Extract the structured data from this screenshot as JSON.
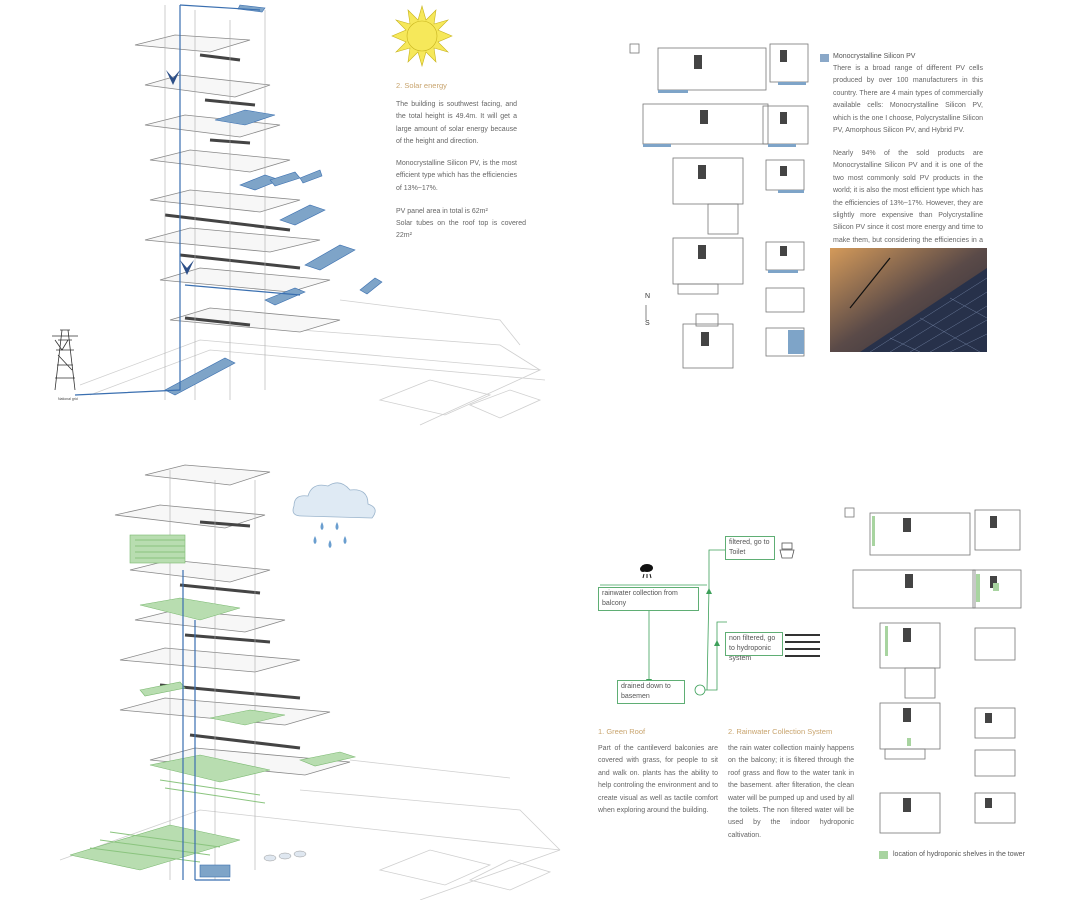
{
  "solar": {
    "heading": "2. Solar energy",
    "p1": "The building is southwest facing, and the total height is 49.4m. It will get a large amount of solar energy because of the height and direction.",
    "p2": "Monocrystalline Silicon PV, is the most efficient type which has the efficiencies of 13%~17%.",
    "p3a": "PV panel area in total is 62m²",
    "p3b": "Solar tubes on the roof top is covered 22m²",
    "grid_label": "National grid"
  },
  "pv": {
    "legend": "Monocrystalline Silicon PV",
    "legend_color": "#8aa8c8",
    "p1": "There is a broad range of different PV cells produced by over 100 manufacturers in this country. There are 4 main types of commercially available cells: Monocrystalline Silicon PV, which is the one I choose, Polycrystalline Silicon PV, Amorphous Silicon PV, and Hybrid PV.",
    "p2": "Nearly 94% of the sold products are Monocrystalline Silicon PV and it is one of the two most commonly sold PV products in the world; it is also the most efficient type which has the efficiencies of 13%~17%. However, they are slightly more expensive than Polycrystalline Silicon PV since it cost more energy and time to make them, but considering the efficiencies in a long run, it is a very good choice.",
    "north": "N",
    "south": "S"
  },
  "flow": {
    "collect": "rainwater collection from balcony",
    "filtered": "filtered, go to Toilet",
    "nonfiltered": "non filtered, go to hydroponic system",
    "drained": "drained down to basemen"
  },
  "green": {
    "heading": "1. Green Roof",
    "text": "Part of the cantileverd balconies are covered with grass, for people to sit and walk on. plants has the ability to help controling the environment and to create visual as well as tactile comfort when exploring around the building."
  },
  "rain": {
    "heading": "2. Rainwater Collection System",
    "text": "the rain water collection mainly happens on the balcony; it is filtered through the roof grass and flow to the water tank in the basement. after filteration, the clean water will be pumped up and used by all the toilets. The non filtered water will be used by the indoor hydroponic caltivation."
  },
  "hydro": {
    "legend": "location of hydroponic shelves in the tower",
    "legend_color": "#a8d4a0"
  },
  "colors": {
    "accent_heading": "#c8a46e",
    "water_blue": "#3a6fb0",
    "flow_green": "#3da05a",
    "grass_green": "#9ac98a"
  }
}
